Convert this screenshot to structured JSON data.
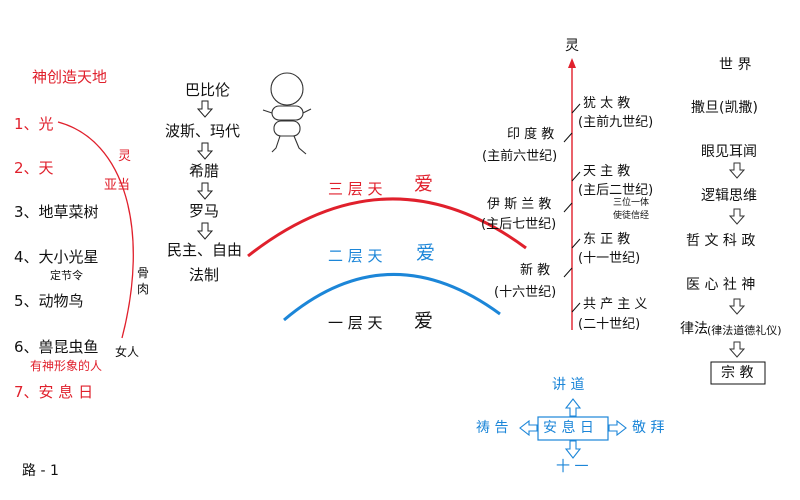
{
  "colors": {
    "red": "#e0202c",
    "blue": "#1c86d8",
    "black": "#111111"
  },
  "creation": {
    "title": "神创造天地",
    "days": [
      {
        "label": "1、光",
        "color": "red"
      },
      {
        "label": "2、天",
        "color": "red"
      },
      {
        "label": "3、地草菜树",
        "color": "black"
      },
      {
        "label": "4、大小光星",
        "color": "black"
      },
      {
        "label": "5、动物鸟",
        "color": "black"
      },
      {
        "label": "6、兽昆虫鱼",
        "color": "black"
      },
      {
        "label": "7、安 息 日",
        "color": "red"
      }
    ],
    "note_star": "定节令",
    "note_image": "有神形象的人",
    "spirit": "灵",
    "adam": "亚当",
    "flesh": "骨\n肉",
    "woman": "女人"
  },
  "empires": {
    "items": [
      "巴比伦",
      "波斯、玛代",
      "希腊",
      "罗马",
      "民主、自由",
      "法制"
    ]
  },
  "heavens": {
    "third": "三 层 天",
    "second": "二 层 天",
    "first": "一 层 天",
    "love": "爱"
  },
  "religions": {
    "top": "灵",
    "left": [
      {
        "name": "印 度 教",
        "era": "(主前六世纪)"
      },
      {
        "name": "伊 斯 兰 教",
        "era": "(主后七世纪)"
      },
      {
        "name": "新 教",
        "era": "(十六世纪)"
      }
    ],
    "right": [
      {
        "name": "犹 太 教",
        "era": "(主前九世纪)"
      },
      {
        "name": "天 主 教",
        "era": "(主后二世纪)"
      },
      {
        "name": "东 正 教",
        "era": "(十一世纪)"
      },
      {
        "name": "共 产 主 义",
        "era": "(二十世纪)"
      }
    ],
    "trinity_1": "三位一体",
    "trinity_2": "使徒信经"
  },
  "world": {
    "items": [
      "世 界",
      "撒旦(凯撒)",
      "眼见耳闻",
      "逻辑思维",
      "哲 文 科 政",
      "医 心 社 神"
    ],
    "law": "律法",
    "law_note": "(律法道德礼仪)",
    "religion": "宗 教"
  },
  "sabbath": {
    "center": "安 息 日",
    "up": "讲 道",
    "down": "十 一",
    "left": "祷 告",
    "right": "敬 拜"
  },
  "footer": "路 - 1"
}
